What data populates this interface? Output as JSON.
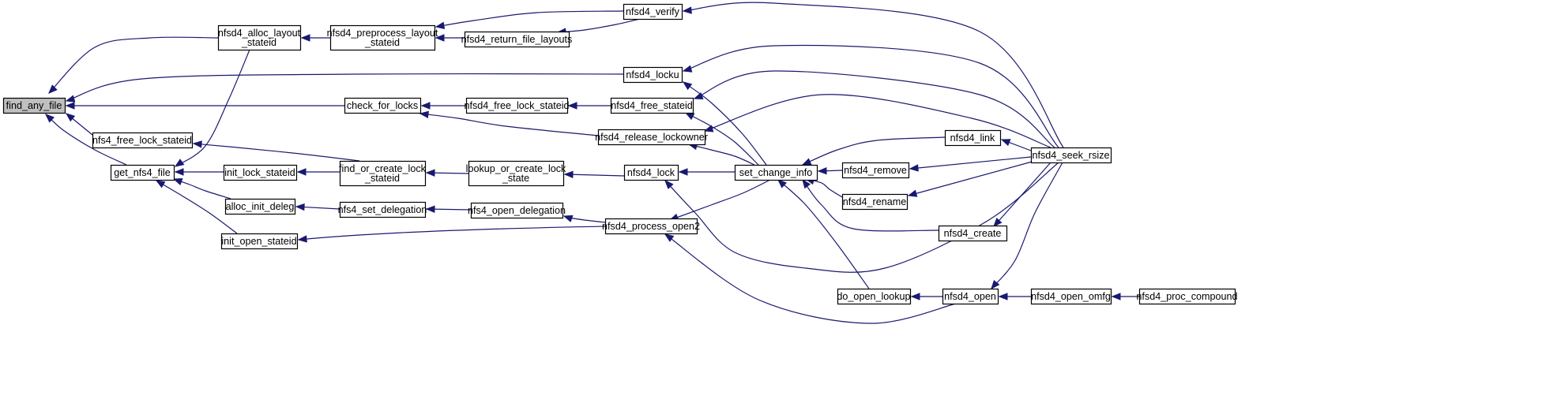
{
  "graph": {
    "colors": {
      "edge": "#191970",
      "node_border": "#000000",
      "root_fill": "#bfbfbf",
      "background": "#ffffff"
    },
    "nodes": [
      {
        "id": "find_any_file",
        "lines": [
          "find_any_file"
        ],
        "root": true
      },
      {
        "id": "nfsd4_alloc_layout_stateid",
        "lines": [
          "nfsd4_alloc_layout",
          "_stateid"
        ]
      },
      {
        "id": "nfsd4_preprocess_layout_stateid",
        "lines": [
          "nfsd4_preprocess_layout",
          "_stateid"
        ]
      },
      {
        "id": "nfsd4_verify",
        "lines": [
          "nfsd4_verify"
        ]
      },
      {
        "id": "nfsd4_return_file_layouts",
        "lines": [
          "nfsd4_return_file_layouts"
        ]
      },
      {
        "id": "nfsd4_locku",
        "lines": [
          "nfsd4_locku"
        ]
      },
      {
        "id": "check_for_locks",
        "lines": [
          "check_for_locks"
        ]
      },
      {
        "id": "nfsd4_free_lock_stateid",
        "lines": [
          "nfsd4_free_lock_stateid"
        ]
      },
      {
        "id": "nfsd4_free_stateid",
        "lines": [
          "nfsd4_free_stateid"
        ]
      },
      {
        "id": "nfsd4_release_lockowner",
        "lines": [
          "nfsd4_release_lockowner"
        ]
      },
      {
        "id": "nfs4_free_lock_stateid",
        "lines": [
          "nfs4_free_lock_stateid"
        ]
      },
      {
        "id": "get_nfs4_file",
        "lines": [
          "get_nfs4_file"
        ]
      },
      {
        "id": "init_lock_stateid",
        "lines": [
          "init_lock_stateid"
        ]
      },
      {
        "id": "find_or_create_lock_stateid",
        "lines": [
          "find_or_create_lock",
          "_stateid"
        ]
      },
      {
        "id": "lookup_or_create_lock_state",
        "lines": [
          "lookup_or_create_lock",
          "_state"
        ]
      },
      {
        "id": "nfsd4_lock",
        "lines": [
          "nfsd4_lock"
        ]
      },
      {
        "id": "set_change_info",
        "lines": [
          "set_change_info"
        ]
      },
      {
        "id": "alloc_init_deleg",
        "lines": [
          "alloc_init_deleg"
        ]
      },
      {
        "id": "nfs4_set_delegation",
        "lines": [
          "nfs4_set_delegation"
        ]
      },
      {
        "id": "nfs4_open_delegation",
        "lines": [
          "nfs4_open_delegation"
        ]
      },
      {
        "id": "nfsd4_process_open2",
        "lines": [
          "nfsd4_process_open2"
        ]
      },
      {
        "id": "init_open_stateid",
        "lines": [
          "init_open_stateid"
        ]
      },
      {
        "id": "nfsd4_link",
        "lines": [
          "nfsd4_link"
        ]
      },
      {
        "id": "nfsd4_remove",
        "lines": [
          "nfsd4_remove"
        ]
      },
      {
        "id": "nfsd4_rename",
        "lines": [
          "nfsd4_rename"
        ]
      },
      {
        "id": "nfsd4_create",
        "lines": [
          "nfsd4_create"
        ]
      },
      {
        "id": "nfsd4_seek_rsize",
        "lines": [
          "nfsd4_seek_rsize"
        ]
      },
      {
        "id": "do_open_lookup",
        "lines": [
          "do_open_lookup"
        ]
      },
      {
        "id": "nfsd4_open",
        "lines": [
          "nfsd4_open"
        ]
      },
      {
        "id": "nfsd4_open_omfg",
        "lines": [
          "nfsd4_open_omfg"
        ]
      },
      {
        "id": "nfsd4_proc_compound",
        "lines": [
          "nfsd4_proc_compound"
        ]
      }
    ],
    "edges": [
      {
        "from": "nfsd4_alloc_layout_stateid",
        "to": "find_any_file"
      },
      {
        "from": "nfsd4_locku",
        "to": "find_any_file"
      },
      {
        "from": "check_for_locks",
        "to": "find_any_file"
      },
      {
        "from": "nfs4_free_lock_stateid",
        "to": "find_any_file"
      },
      {
        "from": "get_nfs4_file",
        "to": "find_any_file"
      },
      {
        "from": "nfsd4_preprocess_layout_stateid",
        "to": "nfsd4_alloc_layout_stateid"
      },
      {
        "from": "nfsd4_verify",
        "to": "nfsd4_preprocess_layout_stateid"
      },
      {
        "from": "nfsd4_return_file_layouts",
        "to": "nfsd4_preprocess_layout_stateid"
      },
      {
        "from": "nfsd4_verify",
        "to": "nfsd4_return_file_layouts"
      },
      {
        "from": "nfsd4_seek_rsize",
        "to": "nfsd4_verify"
      },
      {
        "from": "nfsd4_seek_rsize",
        "to": "nfsd4_locku"
      },
      {
        "from": "set_change_info",
        "to": "nfsd4_locku"
      },
      {
        "from": "nfsd4_free_lock_stateid",
        "to": "check_for_locks"
      },
      {
        "from": "nfsd4_release_lockowner",
        "to": "check_for_locks"
      },
      {
        "from": "nfsd4_free_stateid",
        "to": "nfsd4_free_lock_stateid"
      },
      {
        "from": "nfsd4_seek_rsize",
        "to": "nfsd4_free_stateid"
      },
      {
        "from": "set_change_info",
        "to": "nfsd4_free_stateid"
      },
      {
        "from": "nfsd4_seek_rsize",
        "to": "nfsd4_release_lockowner"
      },
      {
        "from": "set_change_info",
        "to": "nfsd4_release_lockowner"
      },
      {
        "from": "find_or_create_lock_stateid",
        "to": "nfs4_free_lock_stateid"
      },
      {
        "from": "nfsd4_alloc_layout_stateid",
        "to": "get_nfs4_file"
      },
      {
        "from": "init_lock_stateid",
        "to": "get_nfs4_file"
      },
      {
        "from": "alloc_init_deleg",
        "to": "get_nfs4_file"
      },
      {
        "from": "init_open_stateid",
        "to": "get_nfs4_file"
      },
      {
        "from": "find_or_create_lock_stateid",
        "to": "init_lock_stateid"
      },
      {
        "from": "lookup_or_create_lock_state",
        "to": "find_or_create_lock_stateid"
      },
      {
        "from": "nfsd4_lock",
        "to": "lookup_or_create_lock_state"
      },
      {
        "from": "set_change_info",
        "to": "nfsd4_lock"
      },
      {
        "from": "nfsd4_seek_rsize",
        "to": "nfsd4_lock"
      },
      {
        "from": "nfs4_set_delegation",
        "to": "alloc_init_deleg"
      },
      {
        "from": "nfs4_open_delegation",
        "to": "nfs4_set_delegation"
      },
      {
        "from": "nfsd4_process_open2",
        "to": "nfs4_open_delegation"
      },
      {
        "from": "nfsd4_process_open2",
        "to": "init_open_stateid"
      },
      {
        "from": "set_change_info",
        "to": "nfsd4_process_open2"
      },
      {
        "from": "nfsd4_open",
        "to": "nfsd4_process_open2"
      },
      {
        "from": "nfsd4_link",
        "to": "set_change_info"
      },
      {
        "from": "nfsd4_remove",
        "to": "set_change_info"
      },
      {
        "from": "nfsd4_rename",
        "to": "set_change_info"
      },
      {
        "from": "nfsd4_create",
        "to": "set_change_info"
      },
      {
        "from": "do_open_lookup",
        "to": "set_change_info"
      },
      {
        "from": "nfsd4_seek_rsize",
        "to": "nfsd4_link"
      },
      {
        "from": "nfsd4_seek_rsize",
        "to": "nfsd4_remove"
      },
      {
        "from": "nfsd4_seek_rsize",
        "to": "nfsd4_rename"
      },
      {
        "from": "nfsd4_seek_rsize",
        "to": "nfsd4_create"
      },
      {
        "from": "nfsd4_open",
        "to": "do_open_lookup"
      },
      {
        "from": "nfsd4_seek_rsize",
        "to": "nfsd4_open"
      },
      {
        "from": "nfsd4_open_omfg",
        "to": "nfsd4_open"
      },
      {
        "from": "nfsd4_proc_compound",
        "to": "nfsd4_open_omfg"
      }
    ]
  }
}
